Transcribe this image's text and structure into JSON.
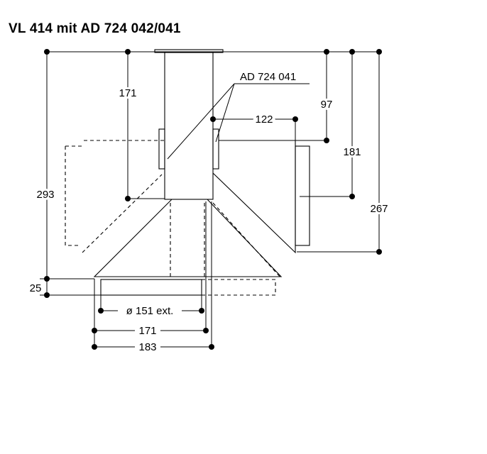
{
  "title": "VL 414 mit AD 724 042/041",
  "labels": {
    "adapter": "AD 724 041",
    "dim_171_top": "171",
    "dim_97": "97",
    "dim_122": "122",
    "dim_181": "181",
    "dim_267": "267",
    "dim_293": "293",
    "dim_25": "25",
    "dim_151": "ø 151 ext.",
    "dim_171_bottom": "171",
    "dim_183": "183"
  }
}
